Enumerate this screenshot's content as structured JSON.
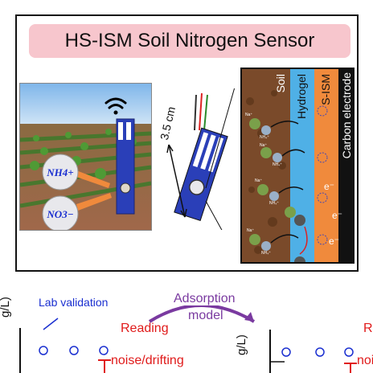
{
  "header": {
    "title": "HS-ISM Soil Nitrogen Sensor"
  },
  "photo": {
    "ion_ammonium": "NH4+",
    "ion_nitrate": "NO3−"
  },
  "sensor": {
    "dimension_label": "3.5 cm"
  },
  "layers": {
    "soil": "Soil",
    "hydrogel": "Hydrogel",
    "sism": "S-ISM",
    "carbon": "Carbon electrode",
    "electron": "e⁻",
    "ion_na": "Na⁺",
    "ion_nh4": "NH₄⁺"
  },
  "bottom": {
    "left_axis": "g/L)",
    "right_axis": "g/L)",
    "lab_validation": "Lab validation",
    "adsorption_model_line1": "Adsorption",
    "adsorption_model_line2": "model",
    "reading_noise_line1": "Reading",
    "reading_noise_line2": "noise/drifting",
    "right_cut_text": "R",
    "right_cut_text2": "noi"
  },
  "colors": {
    "title_bg": "#f7c6cd",
    "soil": "#7a4a2a",
    "hydrogel": "#4fb0e6",
    "sism": "#f08a3c",
    "carbon": "#111111",
    "sensor_blue": "#2a3fb8",
    "lab_blue": "#1a2fd0",
    "noise_red": "#e01a1a",
    "adsorption_purple": "#7a3aa0"
  }
}
